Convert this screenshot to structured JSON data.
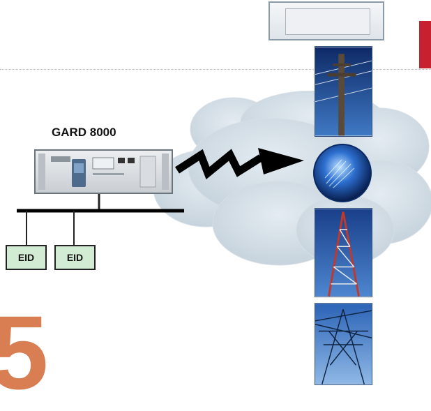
{
  "device": {
    "label": "GARD 8000"
  },
  "eids": [
    {
      "label": "EID"
    },
    {
      "label": "EID"
    }
  ],
  "big_digit": "5",
  "colors": {
    "accent_red": "#c8202e",
    "digit_orange": "#d87e52",
    "eid_fill": "#d2ecd3",
    "cloud": "#cfdae2"
  },
  "icons": [
    "cloud-icon",
    "lightning-arrow-icon",
    "fiber-optic-icon",
    "utility-pole-icon",
    "radio-tower-icon",
    "transmission-tower-icon"
  ]
}
